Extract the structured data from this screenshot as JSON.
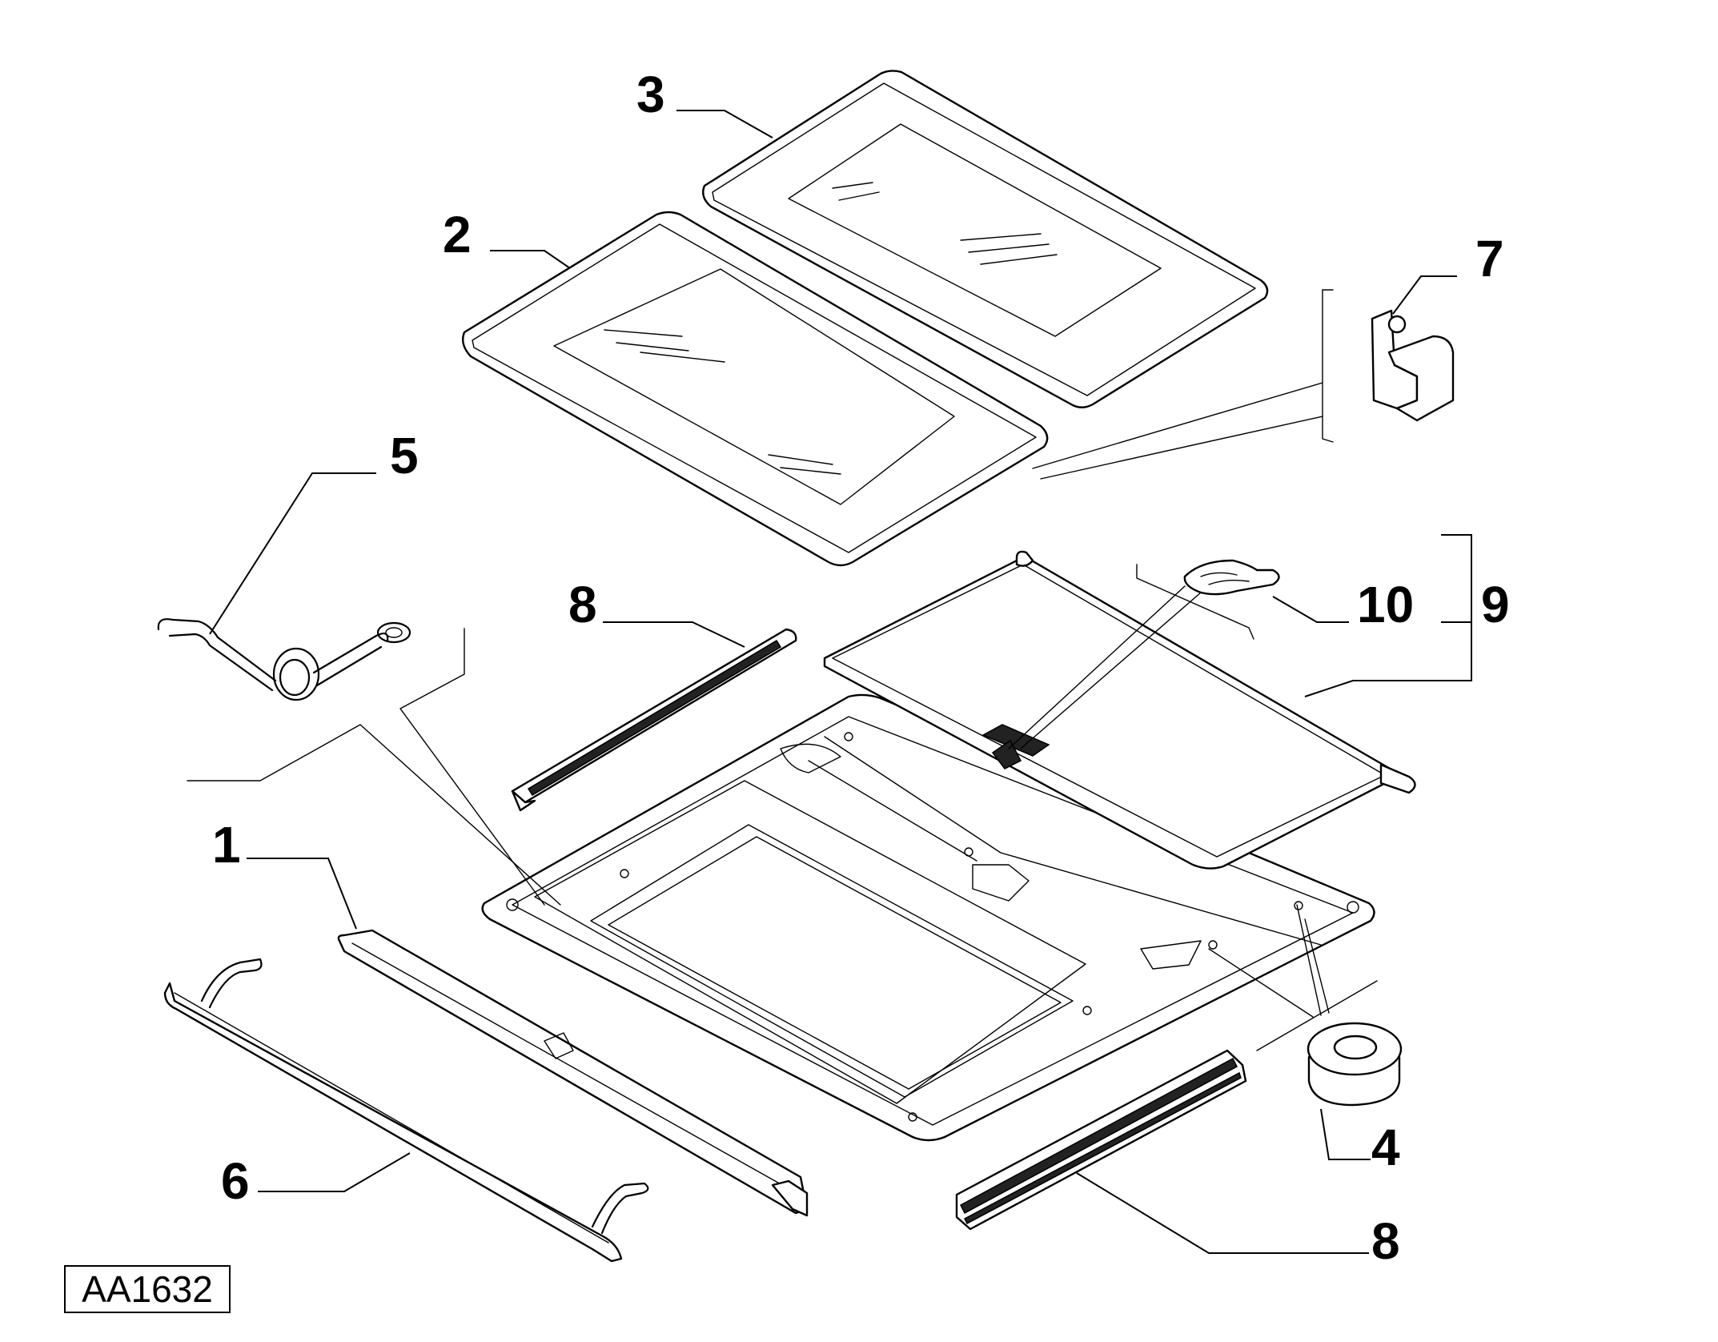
{
  "reference_code": "AA1632",
  "callouts": {
    "c1": "1",
    "c2": "2",
    "c3": "3",
    "c4": "4",
    "c5": "5",
    "c6": "6",
    "c7": "7",
    "c8a": "8",
    "c8b": "8",
    "c9": "9",
    "c10": "10"
  }
}
